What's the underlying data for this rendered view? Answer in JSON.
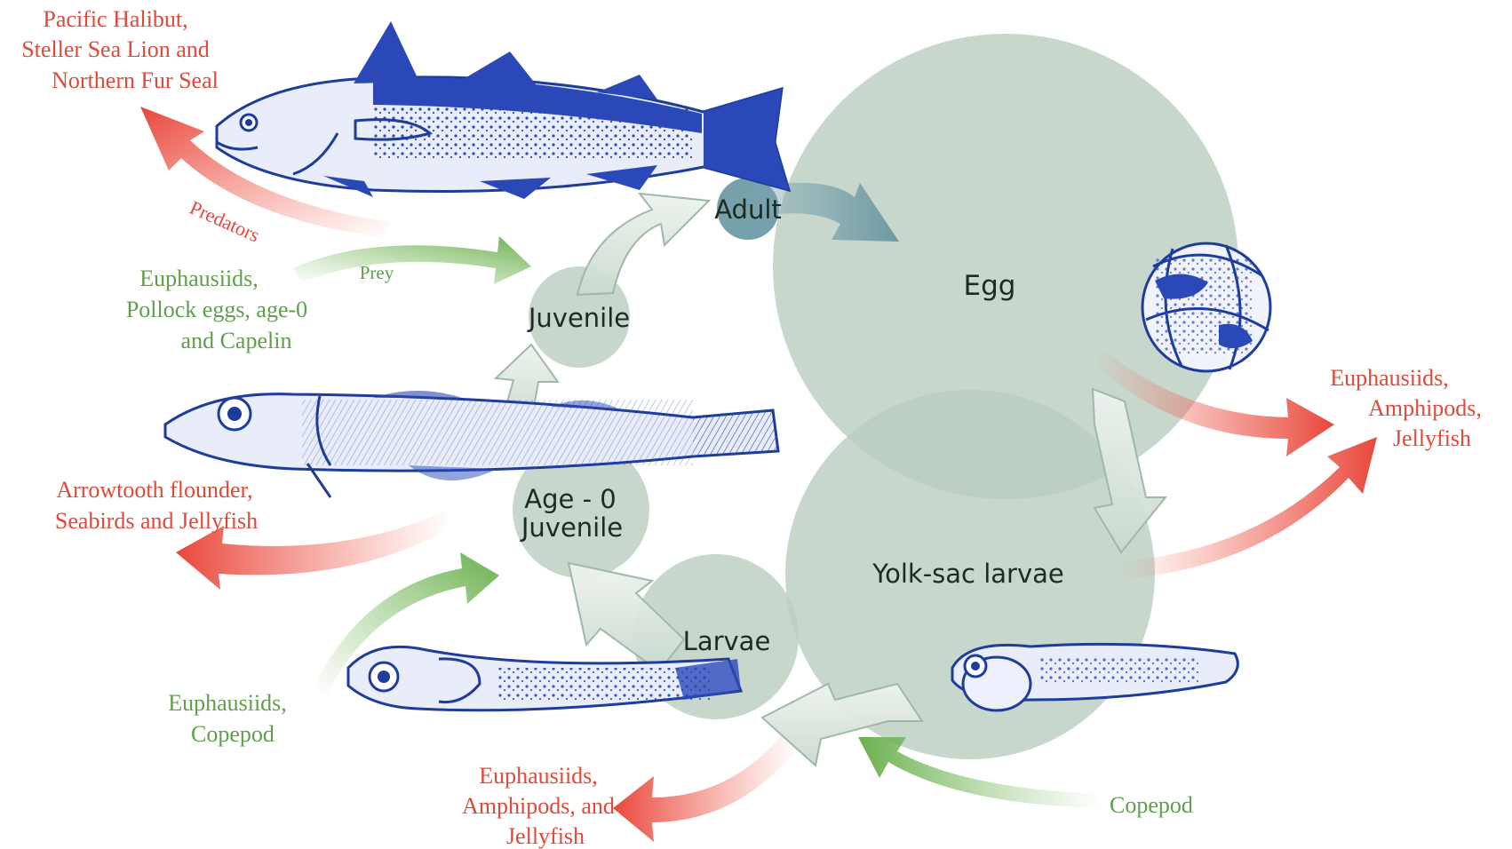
{
  "stages": {
    "adult": "Adult",
    "egg": "Egg",
    "juvenile": "Juvenile",
    "age0_line1": "Age - 0",
    "age0_line2": "Juvenile",
    "larvae": "Larvae",
    "yolk_sac": "Yolk-sac larvae"
  },
  "arrow_labels": {
    "predators": "Predators",
    "prey": "Prey"
  },
  "predators": {
    "adult": [
      "Pacific Halibut,",
      "Steller Sea Lion and",
      "Northern Fur Seal"
    ],
    "age0": [
      "Arrowtooth flounder,",
      "Seabirds and Jellyfish"
    ],
    "larvae": [
      "Euphausiids,",
      "Amphipods, and",
      "Jellyfish"
    ],
    "egg_yolk": [
      "Euphausiids,",
      "Amphipods,",
      "Jellyfish"
    ]
  },
  "prey": {
    "juvenile": [
      "Euphausiids,",
      "Pollock eggs, age-0",
      "and Capelin"
    ],
    "age0": [
      "Euphausiids,",
      "Copepod"
    ],
    "larvae": [
      "Copepod"
    ]
  },
  "colors": {
    "predator": "#e0493a",
    "prey": "#5f9f4c",
    "stage_circle": "#b9cdbf",
    "adult_circle": "#6f9ca7",
    "fish_ink": "#1d3c9c"
  }
}
